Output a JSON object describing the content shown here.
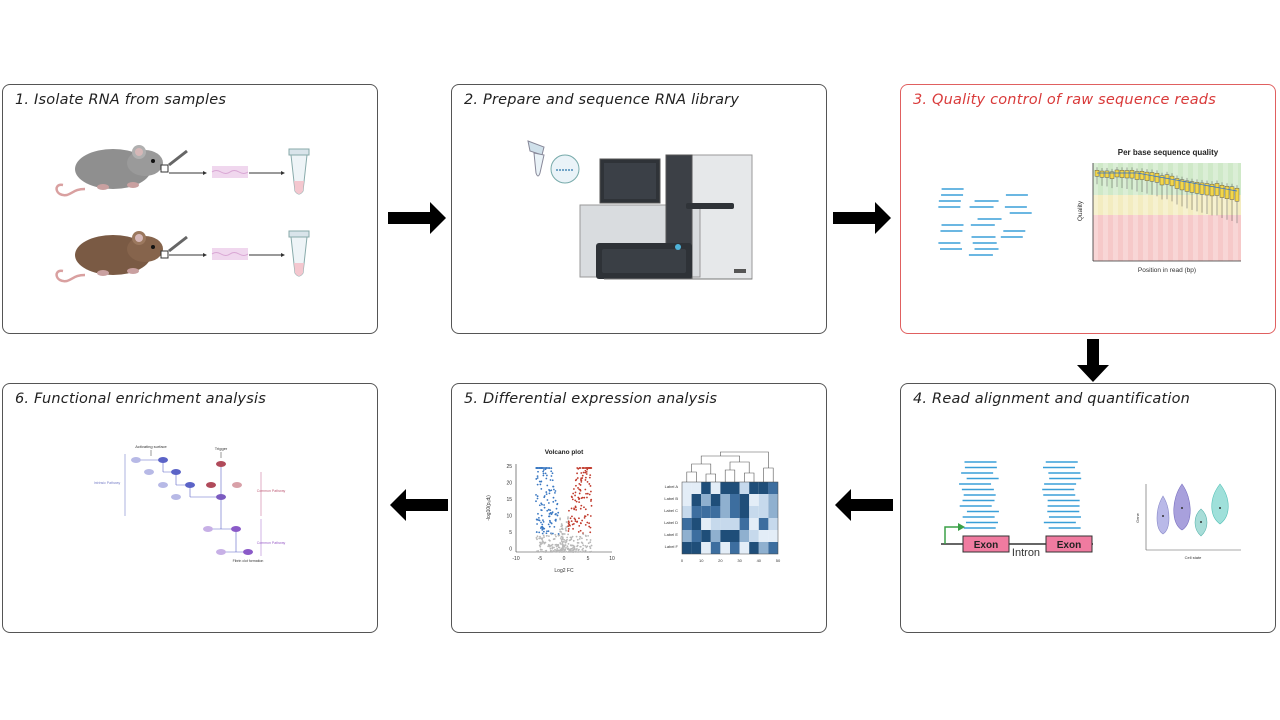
{
  "steps": [
    {
      "number": 1,
      "title": "1. Isolate RNA from samples"
    },
    {
      "number": 2,
      "title": "2. Prepare and sequence RNA library"
    },
    {
      "number": 3,
      "title": "3. Quality control of raw sequence reads"
    },
    {
      "number": 4,
      "title": "4. Read alignment and quantification"
    },
    {
      "number": 5,
      "title": "5. Differential expression analysis"
    },
    {
      "number": 6,
      "title": "6. Functional enrichment analysis"
    }
  ],
  "qc_chart": {
    "title": "Per base sequence quality",
    "ylabel": "Quality",
    "xlabel": "Position in read (bp)"
  },
  "alignment": {
    "exon1": "Exon",
    "exon2": "Exon",
    "intron": "Intron"
  },
  "violin": {
    "ylabel": "Gene",
    "xlabel": "Cell state"
  },
  "volcano": {
    "title": "Volcano plot",
    "xlabel": "Log2 FC",
    "ylabel": "-log10(pₐdⱼ)",
    "yticks": [
      "25",
      "20",
      "15",
      "10",
      "5",
      "0"
    ],
    "xticks": [
      "-10",
      "-5",
      "0",
      "5",
      "10"
    ]
  },
  "heatmap": {
    "row_labels": [
      "Label A",
      "Label B",
      "Label C",
      "Label D",
      "Label E",
      "Label F"
    ],
    "xticks": [
      "0",
      "10",
      "20",
      "30",
      "40",
      "50"
    ]
  },
  "pathway": {
    "top_label": "Activating surface",
    "trigger_label": "Trigger",
    "left_label": "Intrinsic Pathway",
    "right_label_1": "Common Pathway",
    "right_label_2": "Common Pathway",
    "bottom_label": "Fibrin clot formation"
  },
  "colors": {
    "active_border": "#e06060",
    "read_blue": "#3a9fd8",
    "exon_pink": "#f07ba0",
    "volcano_up": "#c0392b",
    "volcano_down": "#3a78c2"
  }
}
